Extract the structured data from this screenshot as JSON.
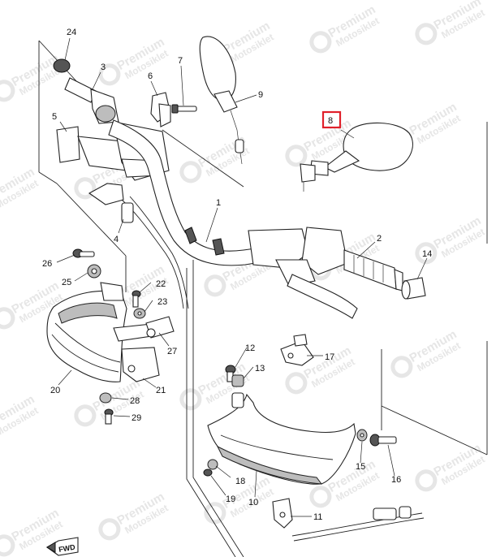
{
  "watermark": {
    "brand_top": "Premium",
    "brand_bottom": "Motosiklet",
    "color": "#e6e6e6"
  },
  "callouts": [
    "24",
    "3",
    "7",
    "6",
    "9",
    "5",
    "8",
    "1",
    "4",
    "2",
    "14",
    "26",
    "25",
    "22",
    "23",
    "27",
    "20",
    "21",
    "12",
    "13",
    "17",
    "28",
    "29",
    "18",
    "19",
    "10",
    "15",
    "16",
    "11"
  ],
  "highlight": {
    "label": "8",
    "color": "#e0202a"
  },
  "fwd_label": "FWD"
}
